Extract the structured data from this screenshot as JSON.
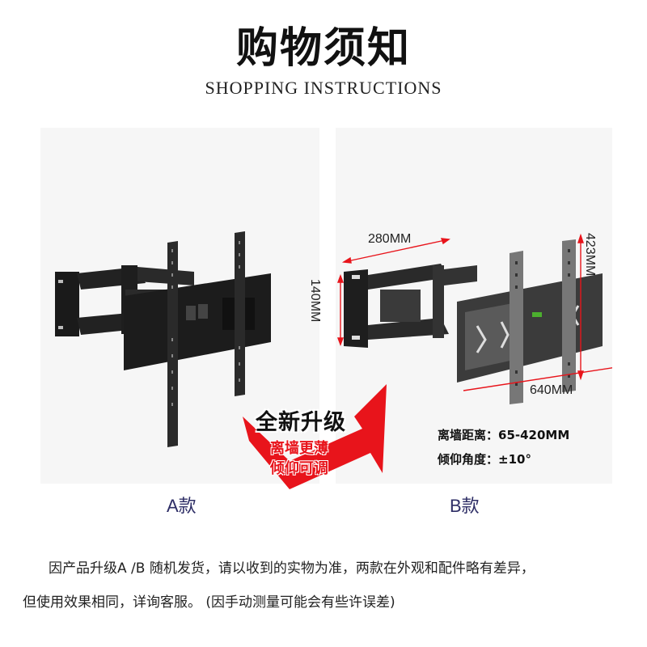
{
  "header": {
    "title_cn": "购物须知",
    "title_en": "SHOPPING INSTRUCTIONS"
  },
  "products": [
    {
      "caption": "A款",
      "image": "tv-wall-mount-bracket-a"
    },
    {
      "caption": "B款",
      "image": "tv-wall-mount-bracket-b",
      "dimensions": {
        "arm_length": "280MM",
        "wall_plate_height": "140MM",
        "vesa_height": "423MM",
        "vesa_width": "640MM"
      },
      "specs": [
        {
          "label": "离墙距离：",
          "value": "65-420MM"
        },
        {
          "label": "倾仰角度：",
          "value": "±10°"
        }
      ]
    }
  ],
  "promo": {
    "headline": "全新升级",
    "line1": "离墙更薄",
    "line2": "倾仰可调",
    "arrow_color": "#e8141b"
  },
  "notice": {
    "line1": "因产品升级A /B 随机发货，请以收到的实物为准，两款在外观和配件略有差异，",
    "line2": "但使用效果相同，详询客服。 (因手动测量可能会有些许误差)"
  },
  "colors": {
    "caption": "#2e2e66",
    "panel_bg": "#f6f6f6",
    "dimension_line": "#e8141b"
  }
}
